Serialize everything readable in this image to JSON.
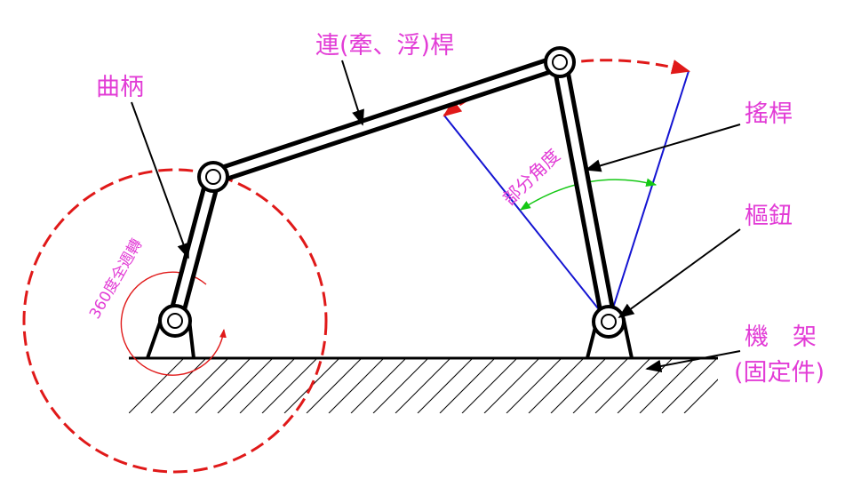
{
  "labels": {
    "coupler": "連(牽、浮)桿",
    "crank": "曲柄",
    "rocker": "搖桿",
    "pivot": "樞鈕",
    "frame_line1": "機　架",
    "frame_line2": "(固定件)",
    "partial_angle": "部分角度",
    "full_rotation": "360度全週轉"
  },
  "colors": {
    "link": "#000000",
    "label": "#e23cd6",
    "crank_circle": "#e01919",
    "rocker_rays": "#1414d2",
    "angle_arc": "#14c814"
  }
}
